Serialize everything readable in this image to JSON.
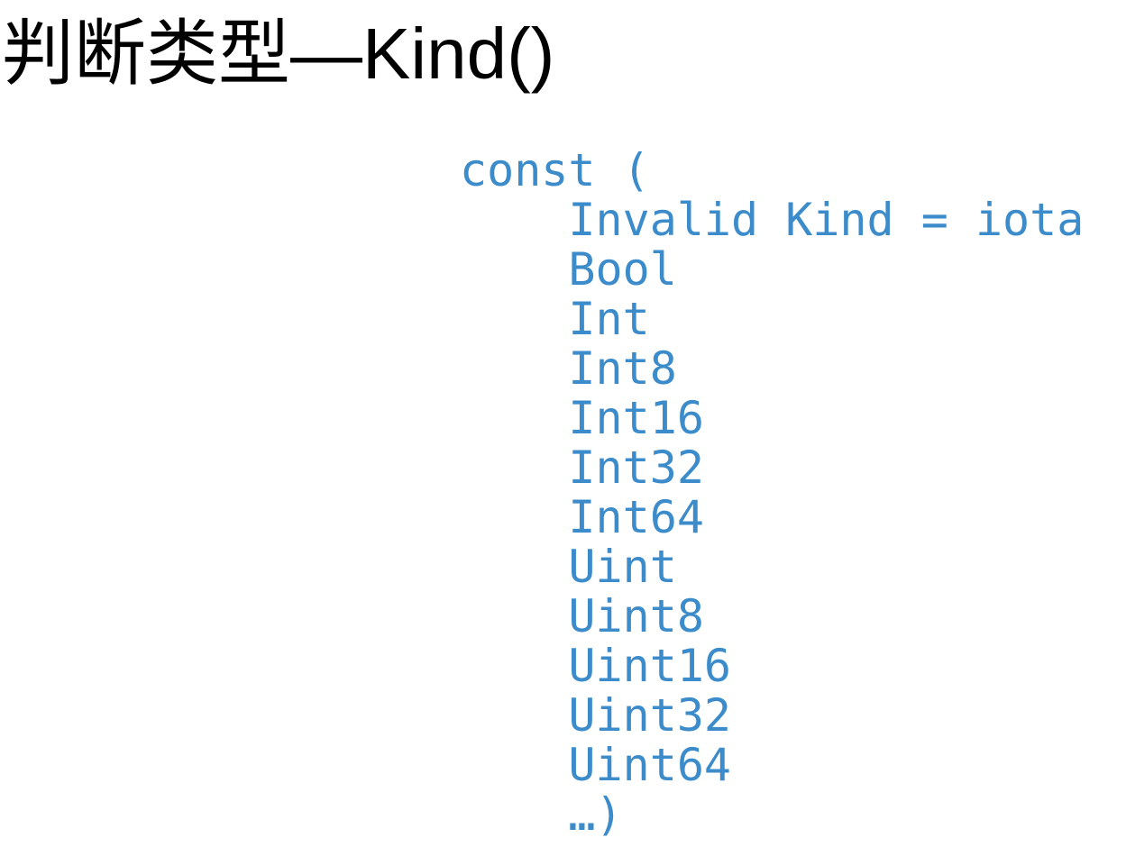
{
  "slide": {
    "title": "判断类型—Kind()",
    "title_color": "#000000",
    "background_color": "#ffffff"
  },
  "code": {
    "language": "go",
    "color": "#3c8bca",
    "lines": [
      "const (",
      "    Invalid Kind = iota",
      "    Bool",
      "    Int",
      "    Int8",
      "    Int16",
      "    Int32",
      "    Int64",
      "    Uint",
      "    Uint8",
      "    Uint16",
      "    Uint32",
      "    Uint64",
      "    …)"
    ]
  }
}
